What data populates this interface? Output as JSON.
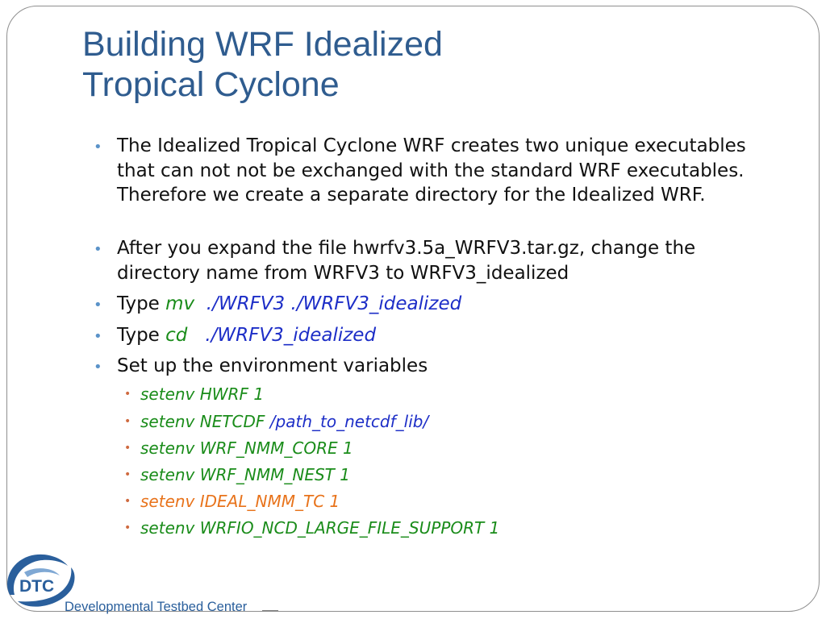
{
  "slide": {
    "title_line1": "Building WRF Idealized",
    "title_line2": "Tropical Cyclone"
  },
  "bullets": [
    {
      "text": "The Idealized Tropical Cyclone WRF creates two unique executables that can not not be exchanged with the standard WRF executables. Therefore we create a separate directory for the Idealized WRF."
    },
    {
      "text": "After you expand the file hwrfv3.5a_WRFV3.tar.gz, change the directory name from WRFV3 to WRFV3_idealized"
    },
    {
      "prefix": "Type ",
      "command": "mv",
      "args": "./WRFV3 ./WRFV3_idealized"
    },
    {
      "prefix": "Type ",
      "command": "cd",
      "args": "./WRFV3_idealized"
    },
    {
      "text": "Set up the environment variables"
    }
  ],
  "env_vars": [
    {
      "command": "setenv HWRF 1"
    },
    {
      "command": "setenv NETCDF",
      "value": "/path_to_netcdf_lib/"
    },
    {
      "command": "setenv WRF_NMM_CORE 1"
    },
    {
      "command": "setenv WRF_NMM_NEST 1"
    },
    {
      "command": "setenv IDEAL_NMM_TC 1"
    },
    {
      "command": "setenv WRFIO_NCD_LARGE_FILE_SUPPORT 1"
    }
  ],
  "logo": {
    "acronym": "DTC",
    "name": "Developmental Testbed Center"
  },
  "colors": {
    "title": "#2f5c8f",
    "bullet": "#5b93c9",
    "sub_bullet": "#cf6a3f",
    "command_green": "#1a8c1a",
    "path_blue": "#1d2ec7",
    "highlight_orange": "#e8731b",
    "logo_blue": "#2a5f9c"
  }
}
